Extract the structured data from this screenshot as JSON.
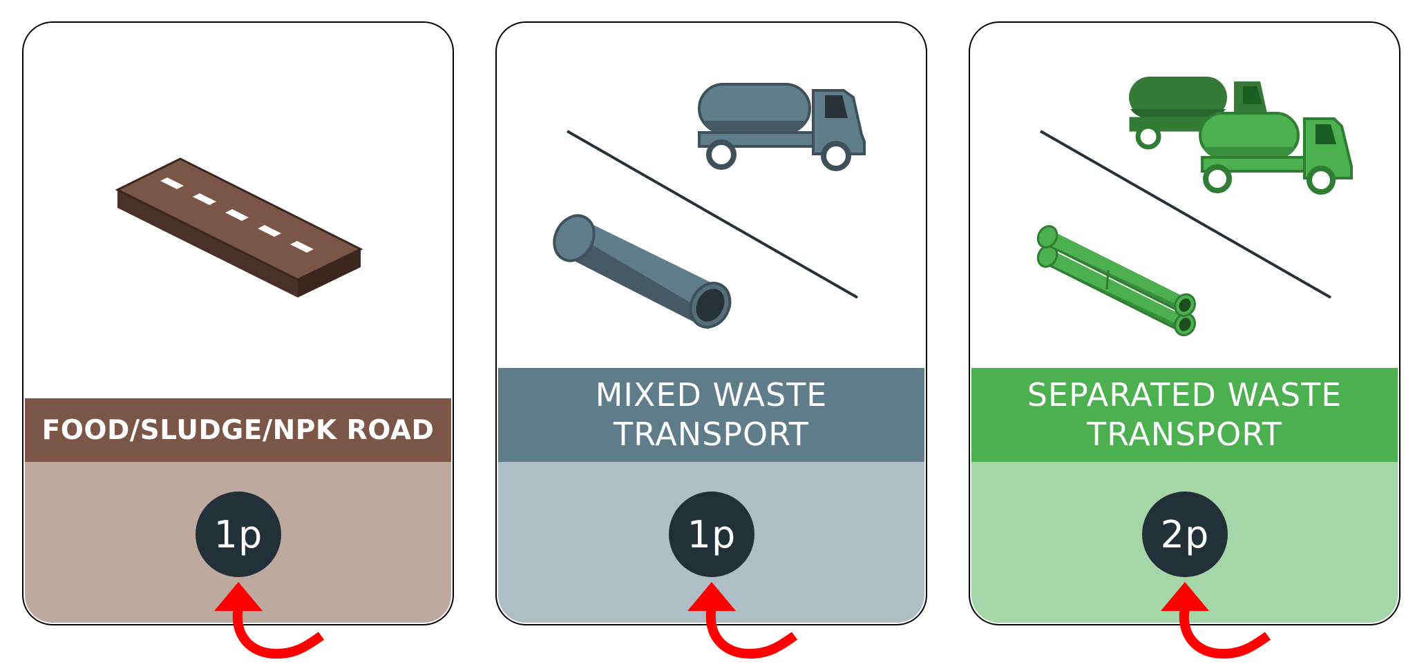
{
  "cards": [
    {
      "title": "FOOD/SLUDGE/NPK ROAD",
      "cost": "1p",
      "icon": "road-icon",
      "colors": {
        "banner": "#7b5545",
        "foot": "#bea9a1"
      }
    },
    {
      "title": "MIXED WASTE\nTRANSPORT",
      "cost": "1p",
      "icon": "pipe-and-tanker-truck-icon",
      "colors": {
        "banner": "#5f7c8b",
        "foot": "#afbec5"
      }
    },
    {
      "title": "SEPARATED WASTE\nTRANSPORT",
      "cost": "2p",
      "icon": "double-pipe-and-tanker-trucks-icon",
      "colors": {
        "banner": "#4caf50",
        "foot": "#a5d6a7"
      }
    }
  ],
  "colors": {
    "badge": "#233038",
    "arrow": "#ff0000",
    "border": "#000000"
  },
  "icons": [
    "road-icon",
    "pipe-icon",
    "tanker-truck-icon",
    "rotate-arrow-icon"
  ]
}
